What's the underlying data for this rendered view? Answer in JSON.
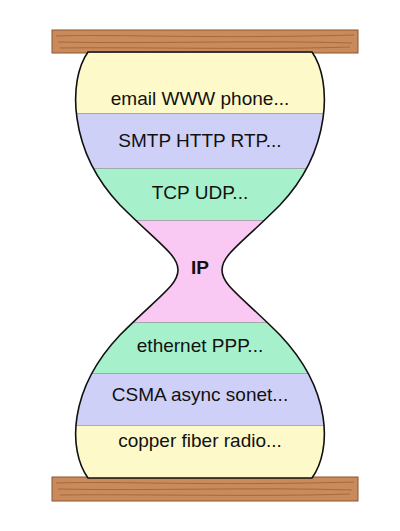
{
  "diagram": {
    "nodes": [
      {
        "text": [
          "email  WWW  phone..."
        ]
      },
      {
        "text": [
          "SMTP  HTTP  RTP..."
        ]
      },
      {
        "text": [
          "TCP  UDP..."
        ]
      },
      {
        "text": [
          "IP"
        ]
      },
      {
        "text": [
          "ethernet  PPP..."
        ]
      },
      {
        "text": [
          "CSMA  async  sonet..."
        ]
      },
      {
        "text": [
          "copper  fiber  radio..."
        ]
      }
    ]
  }
}
